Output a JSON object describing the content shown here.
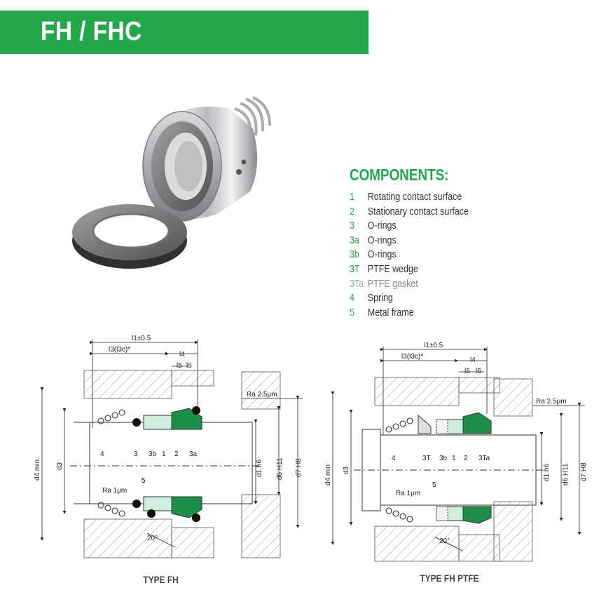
{
  "header": {
    "title": "FH / FHC",
    "bg_color": "#22a84a"
  },
  "components": {
    "heading": "COMPONENTS:",
    "accent_color": "#22a84a",
    "items": [
      {
        "num": "1",
        "label": "Rotating contact surface"
      },
      {
        "num": "2",
        "label": "Stationary contact surface"
      },
      {
        "num": "3",
        "label": "O-rings"
      },
      {
        "num": "3a",
        "label": "O-rings"
      },
      {
        "num": "3b",
        "label": "O-rings"
      },
      {
        "num": "3T",
        "label": "PTFE wedge"
      },
      {
        "num": "3Ta",
        "label": "PTFE gasket"
      },
      {
        "num": "4",
        "label": "Spring"
      },
      {
        "num": "5",
        "label": "Metal frame"
      }
    ]
  },
  "drawing_fh": {
    "caption": "TYPE FH",
    "dims": {
      "l1": "l1±0.5",
      "l3": "l3(l3c)*",
      "l4": "l4",
      "l5": "l5",
      "l6": "l6",
      "ra_top": "Ra 2.5μm",
      "ra_bottom": "Ra 1μm",
      "angle": "20°",
      "d4": "d4 min",
      "d3": "d3",
      "d1": "d1 h6",
      "d6": "d6 H11",
      "d7": "d7 H8"
    },
    "callouts": [
      "4",
      "3",
      "3b",
      "1",
      "2",
      "3a",
      "5"
    ]
  },
  "drawing_ptfe": {
    "caption": "TYPE FH PTFE",
    "dims": {
      "l1": "l1±0.5",
      "l3": "l3(l3c)*",
      "l4": "l4",
      "l5": "l5",
      "l6": "l6",
      "ra_top": "Ra 2.5μm",
      "ra_bottom": "Ra 1μm",
      "angle": "20°",
      "d4": "d4 min",
      "d3": "d3",
      "d1": "d1 h6",
      "d6": "d6 H11",
      "d7": "d7 H8"
    },
    "callouts": [
      "4",
      "3T",
      "3b",
      "1",
      "2",
      "3Ta",
      "5"
    ]
  }
}
